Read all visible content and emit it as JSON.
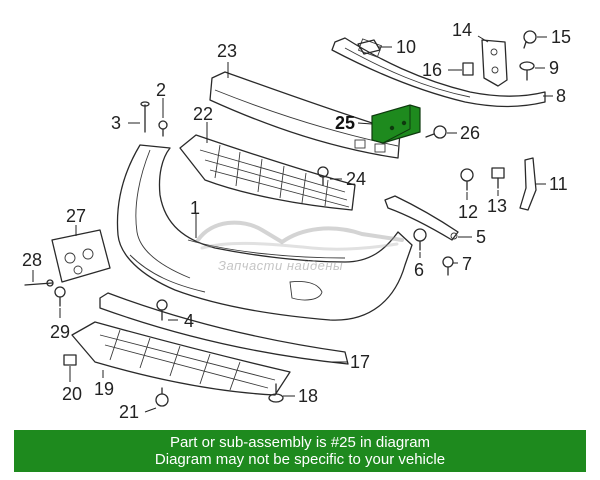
{
  "diagram": {
    "callouts": [
      "1",
      "2",
      "3",
      "4",
      "5",
      "6",
      "7",
      "8",
      "9",
      "10",
      "11",
      "12",
      "13",
      "14",
      "15",
      "16",
      "17",
      "18",
      "19",
      "20",
      "21",
      "22",
      "23",
      "24",
      "25",
      "26",
      "27",
      "28",
      "29"
    ],
    "highlight_callout": "25",
    "highlight_color": "#1e8a1e"
  },
  "watermark": {
    "text": "Запчасти найдены"
  },
  "banner": {
    "line1": "Part or sub-assembly is #25 in diagram",
    "line2": "Diagram may not be specific to your vehicle",
    "color": "#1e8a1e"
  }
}
